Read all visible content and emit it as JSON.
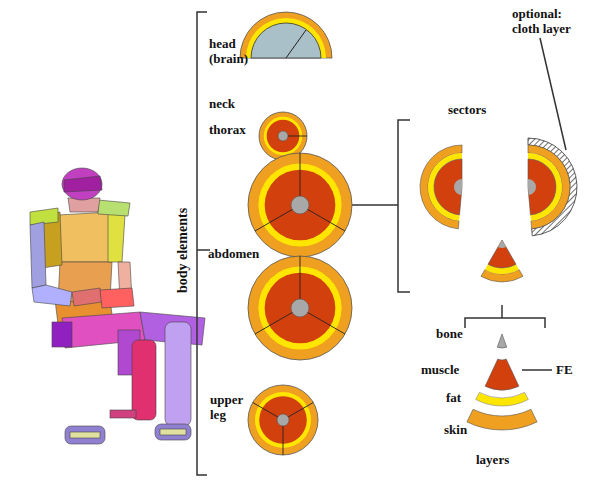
{
  "diagram": {
    "labels": [
      "head (brain)",
      "neck",
      "thorax",
      "abdomen",
      "upper leg",
      "body elements",
      "sectors",
      "optional: cloth layer",
      "bone",
      "muscle",
      "FE",
      "fat",
      "skin",
      "layers"
    ]
  }
}
